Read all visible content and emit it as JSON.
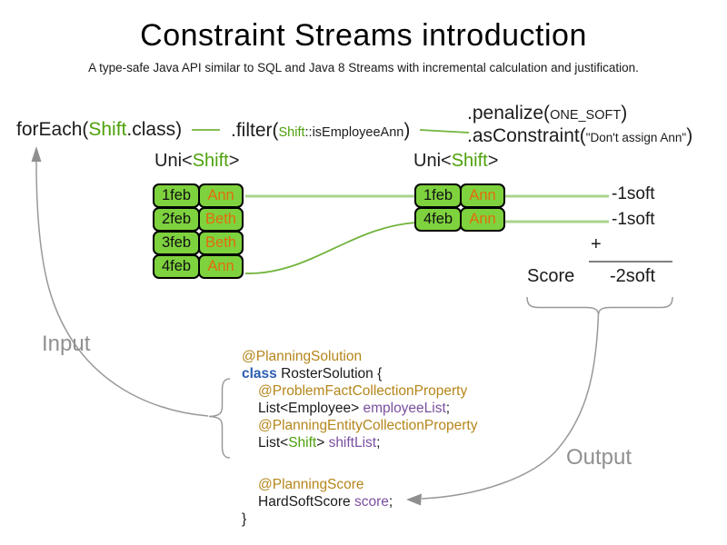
{
  "title": "Constraint Streams introduction",
  "subtitle": "A type-safe Java API similar to SQL and Java 8 Streams with incremental calculation and justification.",
  "colors": {
    "green_text": "#4EA10B",
    "green_fill": "#7ED23E",
    "orange": "#E36C0A",
    "annotation_gold": "#B5861B",
    "purple": "#7B4FA0",
    "keyword_blue": "#2A5DB0",
    "gray": "#909090",
    "line_light": "#A8D48B",
    "line_dark": "#72B43D"
  },
  "expression": {
    "foreach": {
      "fn": "forEach(",
      "arg": "Shift",
      "rest": ".class)"
    },
    "filter": {
      "fn": ".filter(",
      "arg_class": "Shift",
      "arg_rest": "::isEmployeeAnn",
      "close": ")"
    },
    "penalize": {
      "fn": ".penalize(",
      "arg": "ONE_SOFT",
      "close": ")"
    },
    "as_constraint": {
      "fn": ".asConstraint(",
      "arg": "\"Don't assign Ann\"",
      "close": ")"
    }
  },
  "stream_labels": {
    "left": {
      "prefix": "Uni<",
      "type": "Shift",
      "suffix": ">"
    },
    "right": {
      "prefix": "Uni<",
      "type": "Shift",
      "suffix": ">"
    }
  },
  "left_table": {
    "rows": [
      {
        "date": "1feb",
        "name": "Ann"
      },
      {
        "date": "2feb",
        "name": "Beth"
      },
      {
        "date": "3feb",
        "name": "Beth"
      },
      {
        "date": "4feb",
        "name": "Ann"
      }
    ]
  },
  "right_table": {
    "rows": [
      {
        "date": "1feb",
        "name": "Ann"
      },
      {
        "date": "4feb",
        "name": "Ann"
      }
    ]
  },
  "scores": {
    "penalties": [
      "-1soft",
      "-1soft"
    ],
    "plus": "+",
    "score_label": "Score",
    "total": "-2soft"
  },
  "arrows": {
    "input_label": "Input",
    "output_label": "Output"
  },
  "code": {
    "planning_solution": "@PlanningSolution",
    "class_kw": "class",
    "class_name": " RosterSolution {",
    "problem_fact_annotation": "@ProblemFactCollectionProperty",
    "employee_type": "List<Employee> ",
    "employee_field": "employeeList",
    "semi1": ";",
    "planning_entity_annotation": "@PlanningEntityCollectionProperty",
    "shift_type_prefix": "List<",
    "shift_type": "Shift",
    "shift_type_suffix": "> ",
    "shift_field": "shiftList",
    "semi2": ";",
    "planning_score_annotation": "@PlanningScore",
    "score_type": "HardSoftScore ",
    "score_field": "score",
    "semi3": ";",
    "closing_brace": "}"
  }
}
